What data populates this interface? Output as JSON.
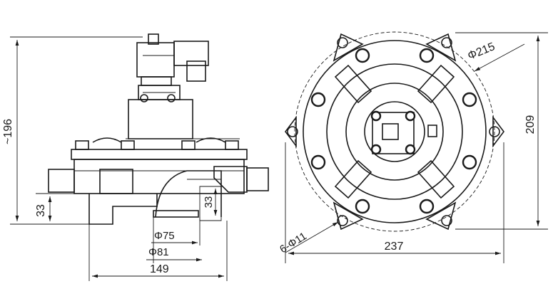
{
  "dimensions": {
    "height_total": "~196",
    "height_outlet": "33",
    "height_outlet_2": "33",
    "dia_75": "Φ75",
    "dia_81": "Φ81",
    "width_149": "149",
    "dia_215": "Φ215",
    "height_209": "209",
    "holes": "6-Φ11",
    "width_237": "237"
  },
  "colors": {
    "line": "#1a1a1a",
    "background": "#ffffff"
  }
}
